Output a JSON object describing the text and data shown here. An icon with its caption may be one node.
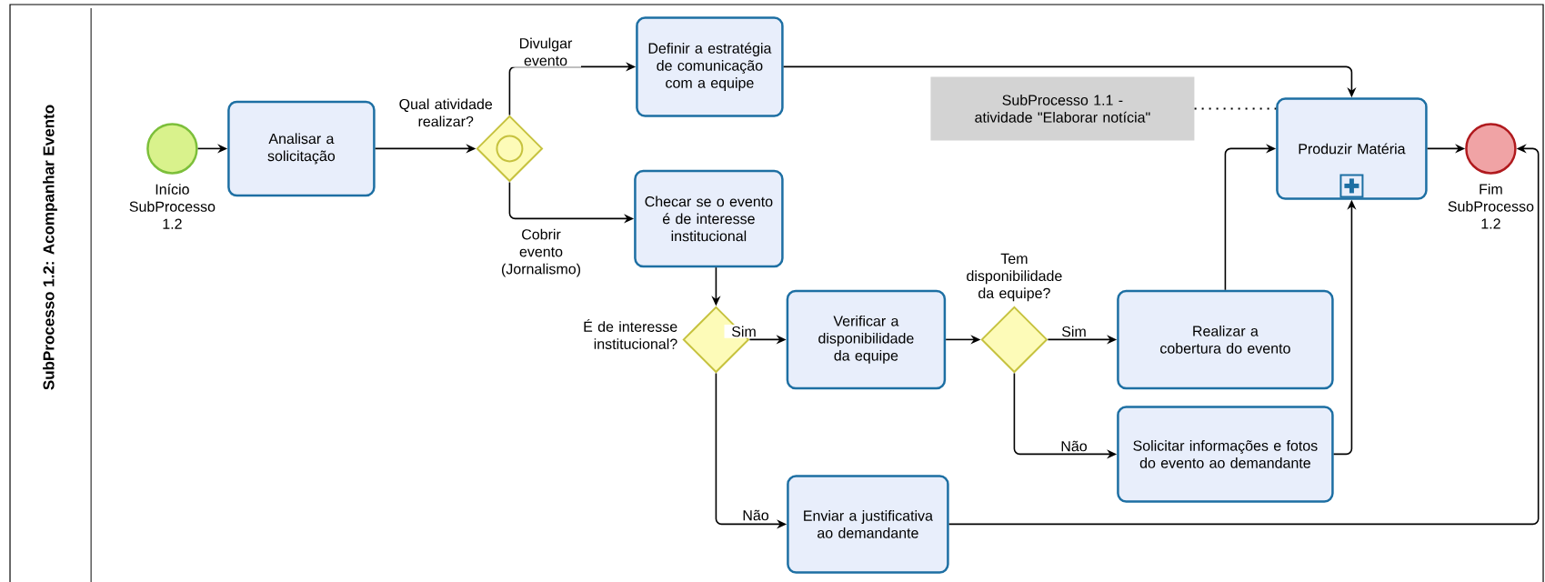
{
  "diagram": {
    "nodes": [
      {
        "text": [
          "SubProcesso 1.2: Acompanhar Evento"
        ]
      },
      {
        "text": [],
        "shape": "circle",
        "beside": [
          "Início SubProcesso 1.2"
        ],
        "in": 0
      },
      {
        "text": [
          "Analisar a solicitação"
        ],
        "in": 0
      },
      {
        "text": [
          "Qual atividade realizar?"
        ],
        "in": 0
      },
      {
        "text": [
          "Definir a estratégia de comunicação com a equipe"
        ],
        "in": 0
      },
      {
        "text": [
          "Checar se o evento é de interesse institucional"
        ],
        "in": 0
      },
      {
        "text": [
          "É de interesse institucional?"
        ],
        "in": 0
      },
      {
        "text": [
          "Verificar a disponibilidade da equipe"
        ],
        "in": 0
      },
      {
        "text": [
          "Tem disponibilidade da equipe?"
        ],
        "in": 0
      },
      {
        "text": [
          "Realizar a cobertura do evento"
        ],
        "in": 0
      },
      {
        "text": [
          "Solicitar informações e fotos do evento ao demandante"
        ],
        "in": 0
      },
      {
        "text": [
          "Enviar a justificativa ao demandante"
        ],
        "in": 0
      },
      {
        "text": [
          "SubProcesso 1.1 - atividade \"Elaborar notícia\""
        ],
        "in": 0
      },
      {
        "text": [
          "Produzir Matéria"
        ],
        "in": 0
      },
      {
        "text": [],
        "shape": "circle",
        "beside": [
          "Fim SubProcesso 1.2"
        ],
        "in": 0
      }
    ],
    "edges": [
      {
        "from": 1,
        "to": 2,
        "arrow": "to"
      },
      {
        "from": 2,
        "to": 3,
        "arrow": "to"
      },
      {
        "from": 3,
        "to": 4,
        "arrow": "to",
        "label": "Divulgar evento"
      },
      {
        "from": 3,
        "to": 5,
        "arrow": "to",
        "label": "Cobrir evento (Jornalismo)"
      },
      {
        "from": 4,
        "to": 13,
        "arrow": "to"
      },
      {
        "from": 5,
        "to": 6,
        "arrow": "to"
      },
      {
        "from": 6,
        "to": 7,
        "arrow": "to",
        "label": "Sim"
      },
      {
        "from": 6,
        "to": 11,
        "arrow": "to",
        "label": "Não"
      },
      {
        "from": 7,
        "to": 8,
        "arrow": "to"
      },
      {
        "from": 8,
        "to": 9,
        "arrow": "to",
        "label": "Sim"
      },
      {
        "from": 8,
        "to": 10,
        "arrow": "to",
        "label": "Não"
      },
      {
        "from": 9,
        "to": 13,
        "arrow": "to"
      },
      {
        "from": 10,
        "to": 13,
        "arrow": "to"
      },
      {
        "from": 11,
        "to": 14,
        "arrow": "to"
      },
      {
        "from": 13,
        "to": 14,
        "arrow": "to"
      },
      {
        "from": 12,
        "to": 13,
        "arrow": "none",
        "style": "dashed"
      }
    ]
  }
}
